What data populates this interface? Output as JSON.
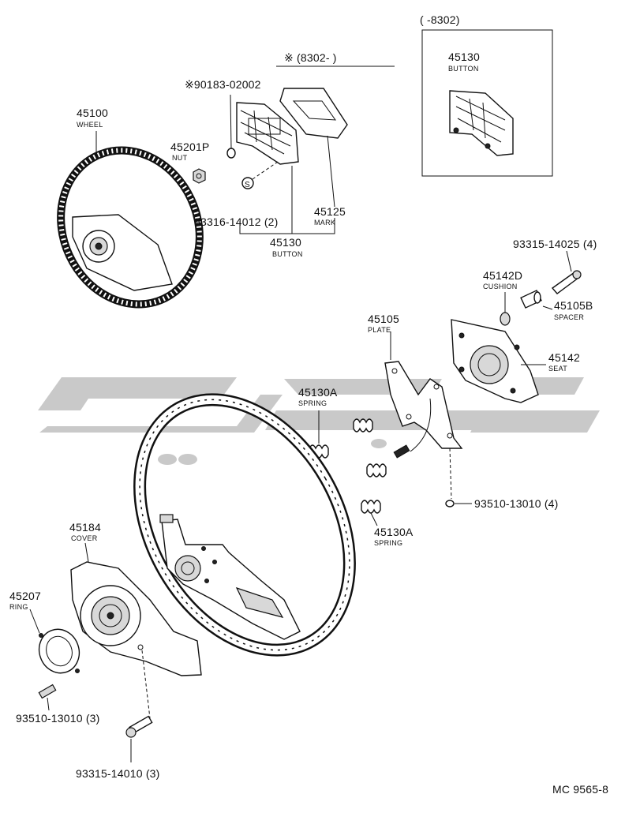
{
  "header": {
    "old_range": "(    -8302)",
    "new_range": "※ (8302-     )"
  },
  "callouts": {
    "c_90183": {
      "number": "※90183-02002",
      "name": ""
    },
    "c_45100": {
      "number": "45100",
      "name": "WHEEL"
    },
    "c_45201P": {
      "number": "45201P",
      "name": "NUT"
    },
    "c_93316": {
      "number": "93316-14012 (2)",
      "name": ""
    },
    "c_45130_top": {
      "number": "45130",
      "name": "BUTTON"
    },
    "c_45125": {
      "number": "45125",
      "name": "MARK"
    },
    "c_45130_box": {
      "number": "45130",
      "name": "BUTTON"
    },
    "c_93315_14025": {
      "number": "93315-14025 (4)",
      "name": ""
    },
    "c_45142D": {
      "number": "45142D",
      "name": "CUSHION"
    },
    "c_45105B": {
      "number": "45105B",
      "name": "SPACER"
    },
    "c_45105": {
      "number": "45105",
      "name": "PLATE"
    },
    "c_45142": {
      "number": "45142",
      "name": "SEAT"
    },
    "c_45130A_1": {
      "number": "45130A",
      "name": "SPRING"
    },
    "c_45130A_2": {
      "number": "45130A",
      "name": "SPRING"
    },
    "c_93510_4": {
      "number": "93510-13010 (4)",
      "name": ""
    },
    "c_45184": {
      "number": "45184",
      "name": "COVER"
    },
    "c_45207": {
      "number": "45207",
      "name": "RING"
    },
    "c_93510_3": {
      "number": "93510-13010 (3)",
      "name": ""
    },
    "c_93315_14010": {
      "number": "93315-14010 (3)",
      "name": ""
    }
  },
  "symbols": {
    "s_marker": "S"
  },
  "footer": {
    "code": "MC 9565-8"
  },
  "colors": {
    "line": "#111111",
    "watermark": "#c9c9c9",
    "paper": "#ffffff"
  }
}
